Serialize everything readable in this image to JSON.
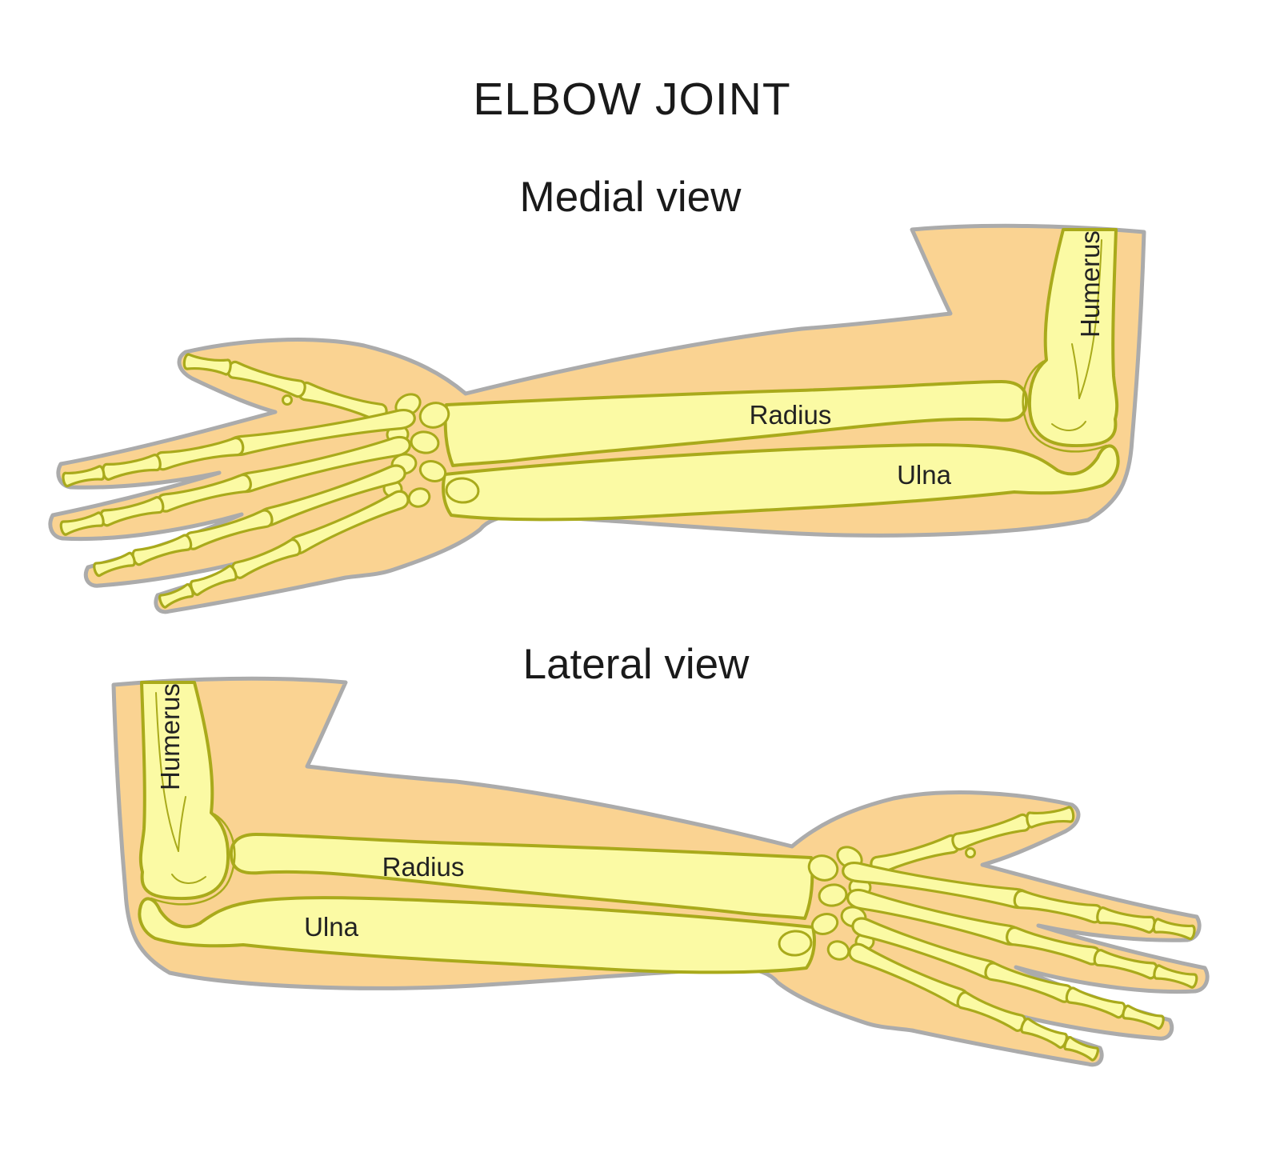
{
  "title": "ELBOW JOINT",
  "views": {
    "medial": {
      "label": "Medial view",
      "bones": {
        "humerus": "Humerus",
        "radius": "Radius",
        "ulna": "Ulna"
      }
    },
    "lateral": {
      "label": "Lateral view",
      "bones": {
        "humerus": "Humerus",
        "radius": "Radius",
        "ulna": "Ulna"
      }
    }
  },
  "colors": {
    "background": "#ffffff",
    "skin": "#fad392",
    "skin_outline": "#ababab",
    "bone": "#fbfaa4",
    "bone_outline": "#a9aa1b",
    "label_text": "#222222",
    "title_text": "#1a1a1a"
  }
}
